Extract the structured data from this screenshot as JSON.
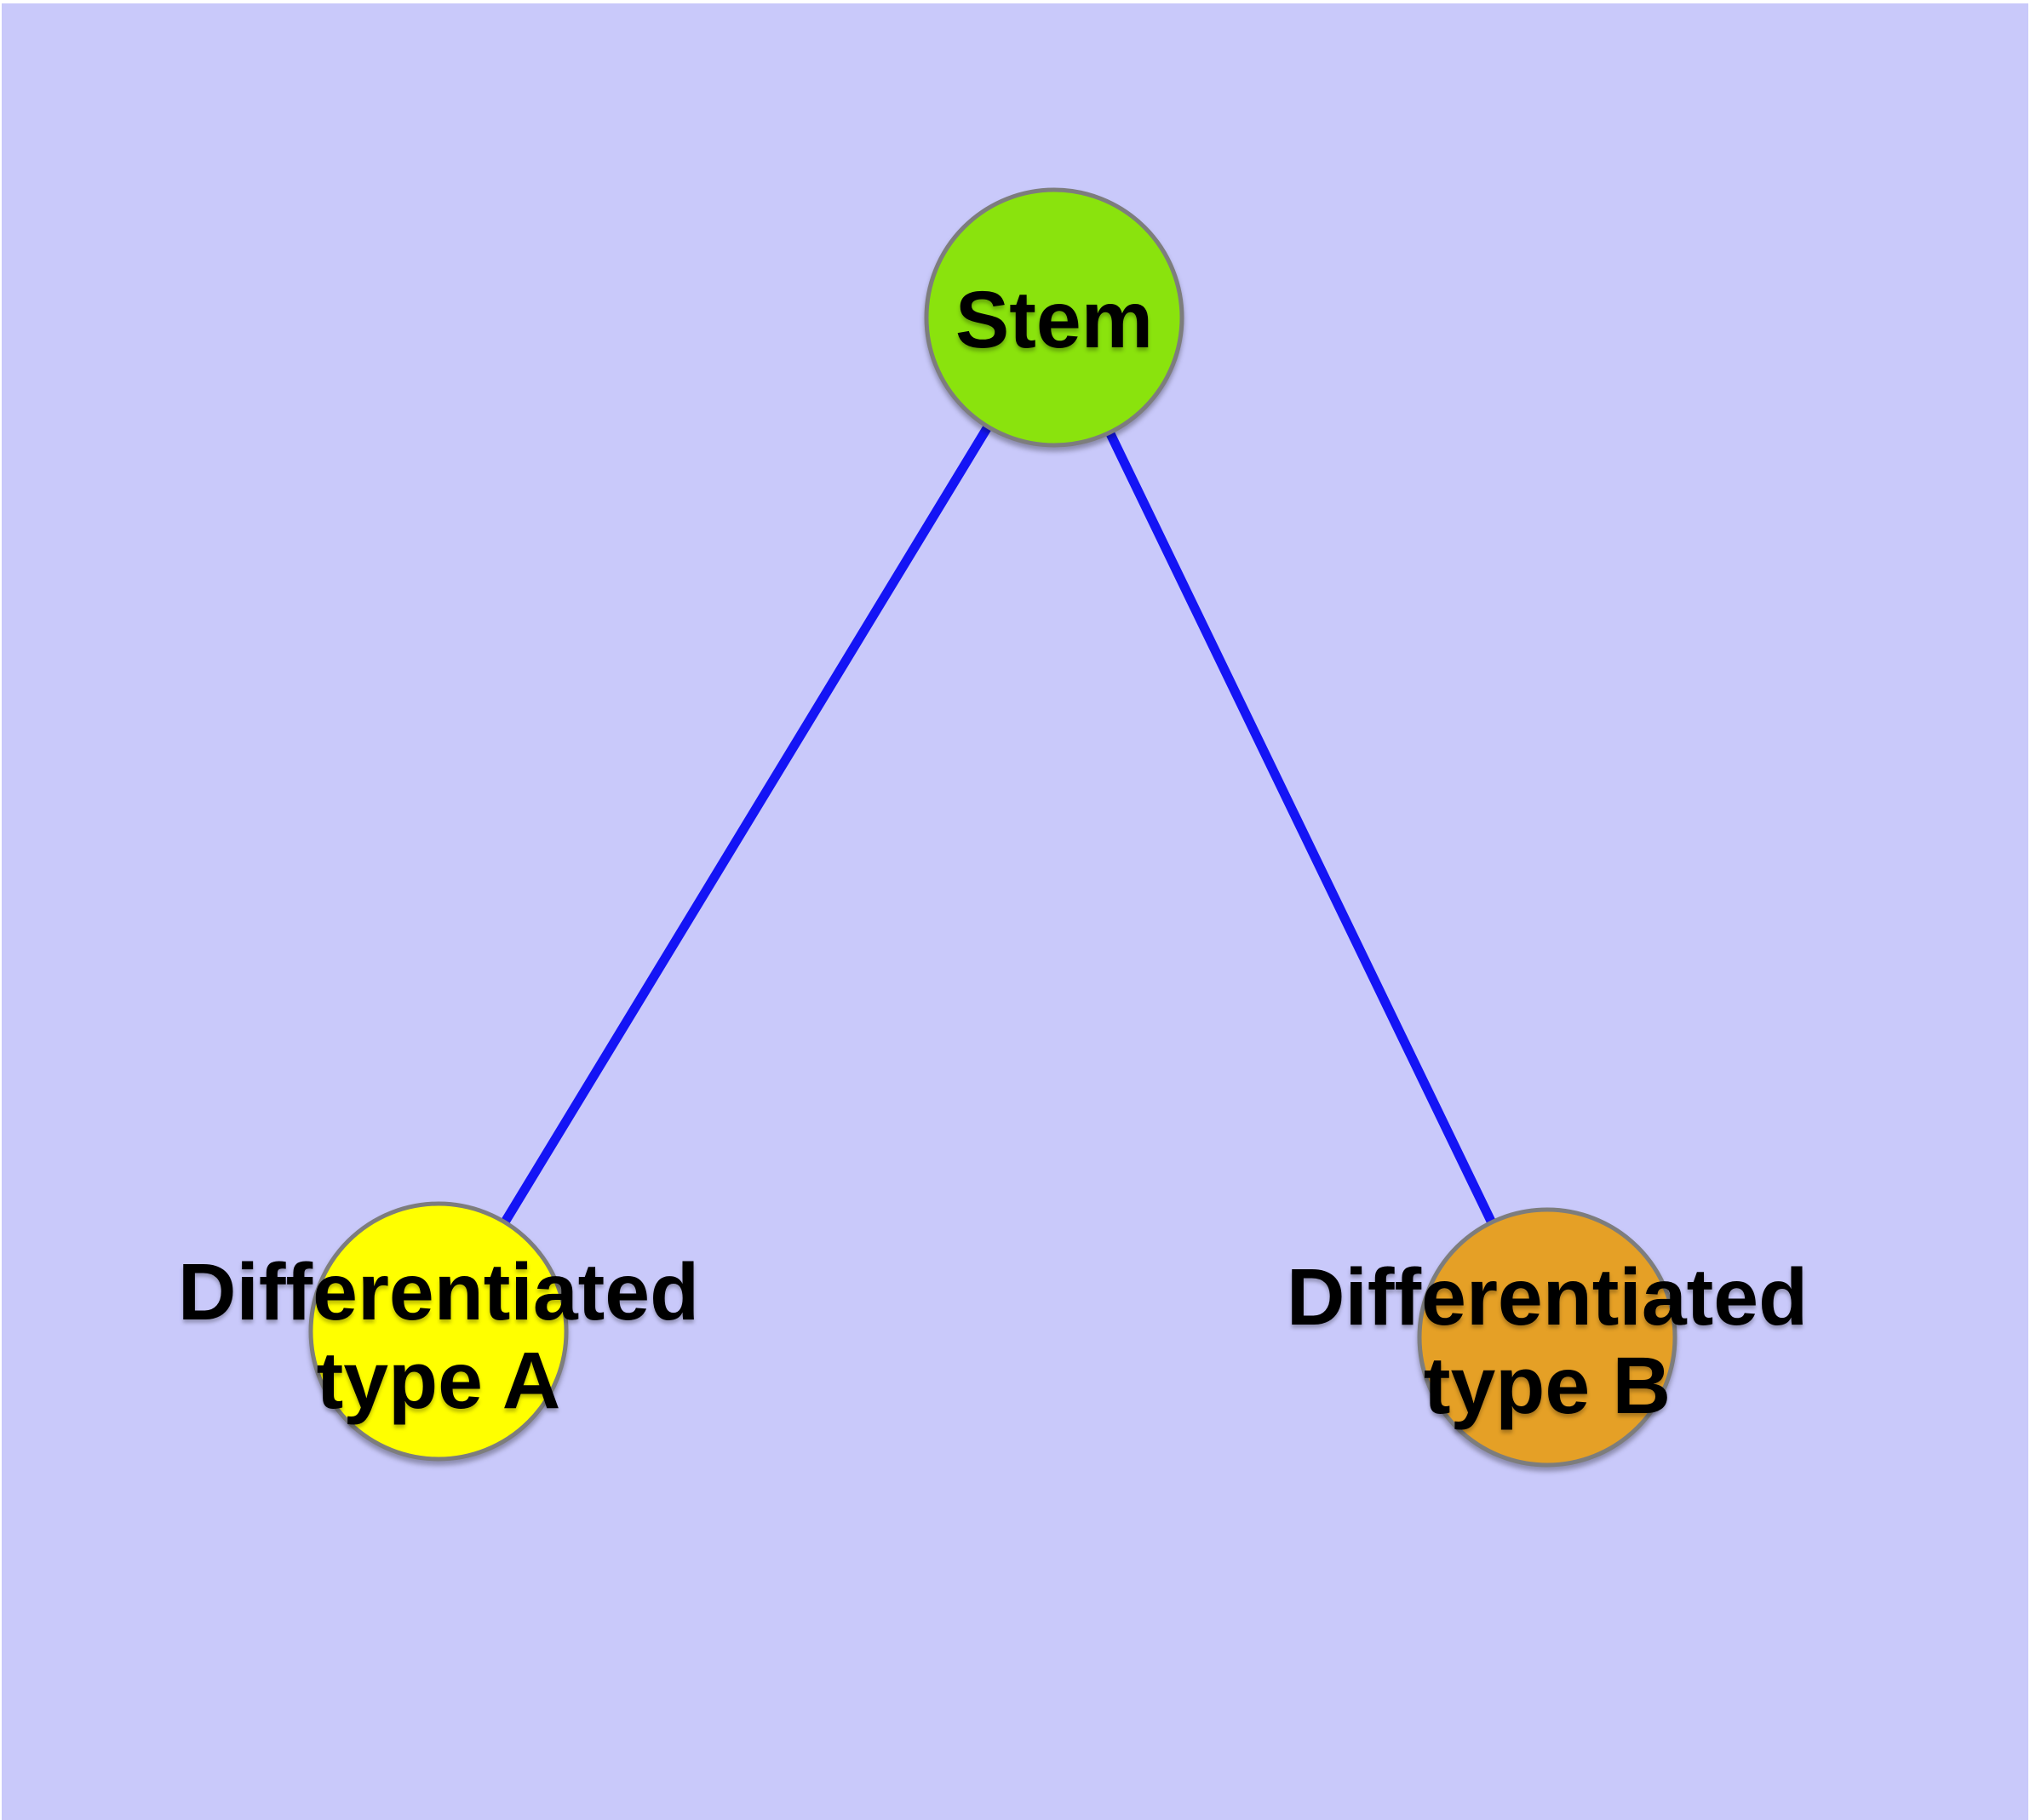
{
  "canvas": {
    "background_color": "#c9c9fa",
    "frame_color": "#ffffff"
  },
  "graph": {
    "nodes": [
      {
        "id": "stem",
        "label": "Stem",
        "label_lines": [
          "Stem"
        ],
        "fill_color": "#8ae30d",
        "border_color": "#7d7d7d",
        "text_color": "#000000"
      },
      {
        "id": "differentiated-type-a",
        "label": "Differentiated type A",
        "label_lines": [
          "Differentiated",
          "type A"
        ],
        "fill_color": "#ffff00",
        "border_color": "#7d7d7d",
        "text_color": "#000000"
      },
      {
        "id": "differentiated-type-b",
        "label": "Differentiated type B",
        "label_lines": [
          "Differentiated",
          "type B"
        ],
        "fill_color": "#e5a026",
        "border_color": "#7d7d7d",
        "text_color": "#000000"
      }
    ],
    "edges": [
      {
        "from": "stem",
        "to": "differentiated-type-a",
        "color": "#1414f5"
      },
      {
        "from": "stem",
        "to": "differentiated-type-b",
        "color": "#1414f5"
      }
    ]
  }
}
